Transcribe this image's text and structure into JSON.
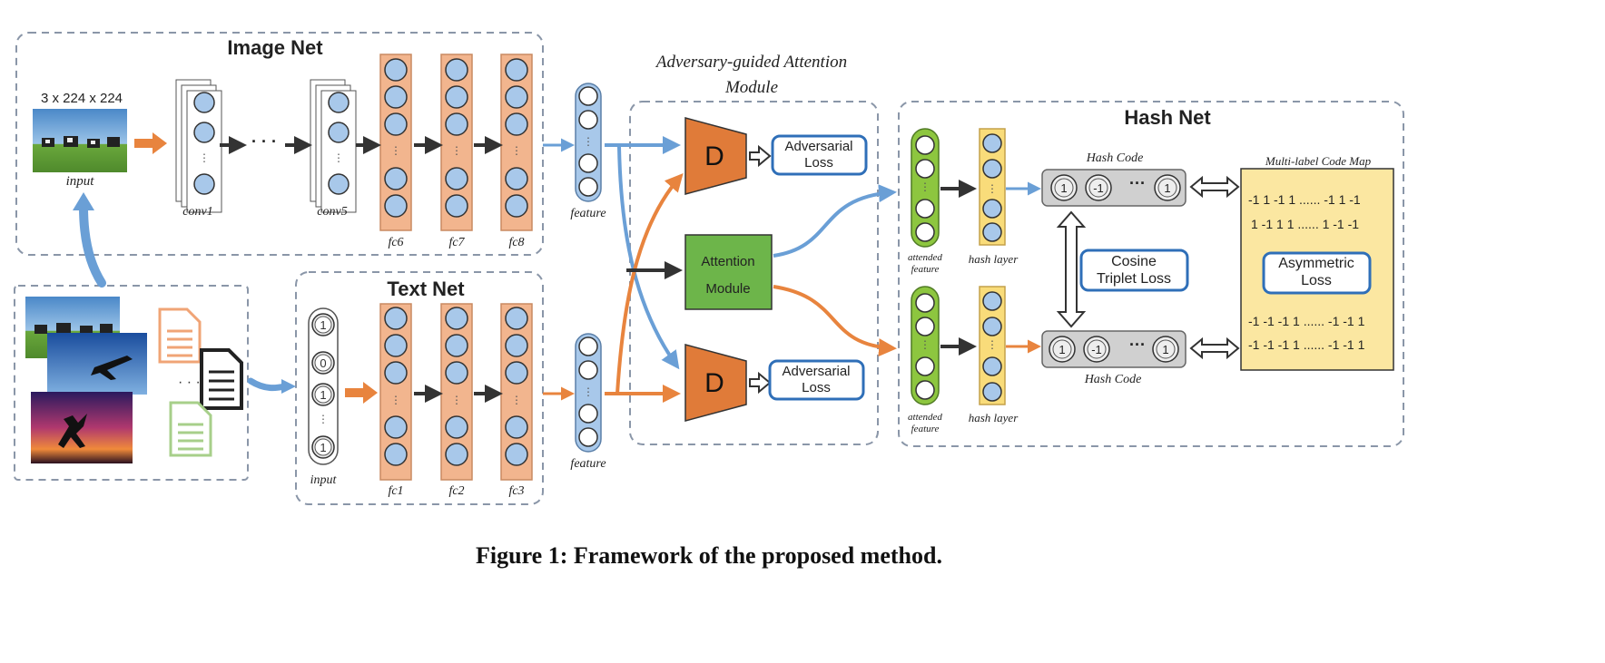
{
  "title": {
    "image_net": "Image Net",
    "text_net": "Text Net",
    "hash_net": "Hash Net",
    "attention_module_group": [
      "Adversary-guided Attention",
      "Module"
    ]
  },
  "image_branch": {
    "input_size": "3 x 224 x 224",
    "input_label": "input",
    "conv_labels": [
      "conv1",
      "conv5"
    ],
    "fc_labels": [
      "fc6",
      "fc7",
      "fc8"
    ],
    "ellipsis": "· · ·"
  },
  "text_branch": {
    "input_label": "input",
    "input_values": [
      "1",
      "0",
      "1",
      "1"
    ],
    "fc_labels": [
      "fc1",
      "fc2",
      "fc3"
    ]
  },
  "feature_label": "feature",
  "discriminator": "D",
  "adversarial_loss": [
    "Adversarial",
    "Loss"
  ],
  "attention_module": [
    "Attention",
    "Module"
  ],
  "attended_feature": [
    "attended",
    "feature"
  ],
  "hash_layer": "hash layer",
  "hash_code": {
    "label": "Hash Code",
    "values": [
      "1",
      "-1",
      "1"
    ],
    "ellipsis": "···"
  },
  "cosine_triplet_loss": [
    "Cosine",
    "Triplet Loss"
  ],
  "code_map": {
    "title": "Multi-label Code Map",
    "rows_top": [
      "-1  1  -1  1  ...... -1  1  -1",
      "1  -1  1  1  ......  1  -1  -1"
    ],
    "rows_bottom": [
      "-1  -1  -1  1  ......  -1  -1  1",
      "-1  -1  -1  1  ......  -1  -1  1"
    ],
    "loss": [
      "Asymmetric",
      "Loss"
    ]
  },
  "caption": "Figure 1: Framework of the proposed method.",
  "colors": {
    "blue_arrow": "#6a9fd6",
    "orange_arrow": "#e8843e",
    "fc_layer": "#f2b58e",
    "neuron": "#a8c8ea",
    "discriminator": "#e07b39",
    "attention": "#6db54a",
    "hash_layer": "#f9dc7a",
    "attended": "#8dc63f",
    "code_map": "#fbe7a1",
    "loss_border": "#2f6fb8"
  }
}
